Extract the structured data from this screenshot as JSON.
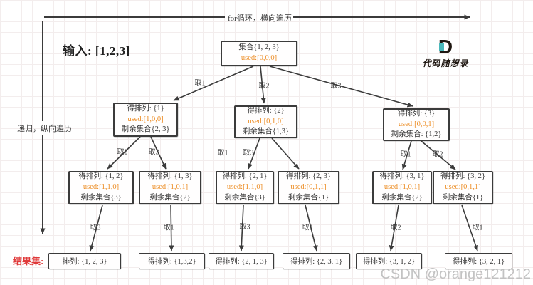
{
  "header": {
    "top_arrow_label": "for循环，横向遍历",
    "left_arrow_label": "递归，纵向遍历",
    "input_label": "输入: [1,2,3]",
    "logo_letter": "D",
    "logo_text": "代码随想录"
  },
  "result_set_label": "结果集:",
  "watermark": "CSDN @orange121212",
  "colors": {
    "used_text": "#ed8f28",
    "result_label": "#e03a3a",
    "edge_stroke": "#3b3b3b",
    "logo_teal": "#49b7ba"
  },
  "tree": {
    "root": {
      "line1": "集合{1, 2, 3}",
      "used": "used:[0,0,0]"
    },
    "level1": [
      {
        "line1": "得排列: {1}",
        "used": "used:[1,0,0]",
        "line3": "剩余集合{2, 3}"
      },
      {
        "line1": "得排列: {2}",
        "used": "used:[0,1,0]",
        "line3": "剩余集合{1,3}"
      },
      {
        "line1": "得排列: {3}",
        "used": "used:[0,0,1]",
        "line3": "剩余集合: {1,2}"
      }
    ],
    "level2": [
      {
        "line1": "得排列: {1, 2}",
        "used": "used:[1,1,0]",
        "line3": "剩余集合{3}"
      },
      {
        "line1": "得排列: {1, 3}",
        "used": "used:[1,0,1]",
        "line3": "剩余集合{2}"
      },
      {
        "line1": "得排列: {2, 1}",
        "used": "used:[1,1,0]",
        "line3": "剩余集合{3}"
      },
      {
        "line1": "得排列: {2, 3}",
        "used": "used:[0,1,1]",
        "line3": "剩余集合{1}"
      },
      {
        "line1": "得排列: {3, 1}",
        "used": "used:[1,0,1]",
        "line3": "剩余集合{2}"
      },
      {
        "line1": "得排列: {3, 2}",
        "used": "used:[0,1,1]",
        "line3": "剩余集合{1}"
      }
    ],
    "results": [
      "排列: {1, 2, 3}",
      "得排列: {1,3,2}",
      "得排列: {2, 1, 3}",
      "得排列: {2, 3, 1}",
      "得排列: {3, 1, 2}",
      "得排列: {3, 2, 1}"
    ],
    "edge_labels": {
      "root": [
        "取1",
        "取2",
        "取3"
      ],
      "level1": [
        "取2",
        "取3",
        "取1",
        "取3",
        "取1",
        "取2"
      ],
      "level2": [
        "取3",
        "取1",
        "取3",
        "取1",
        "取2",
        "取1"
      ]
    }
  }
}
